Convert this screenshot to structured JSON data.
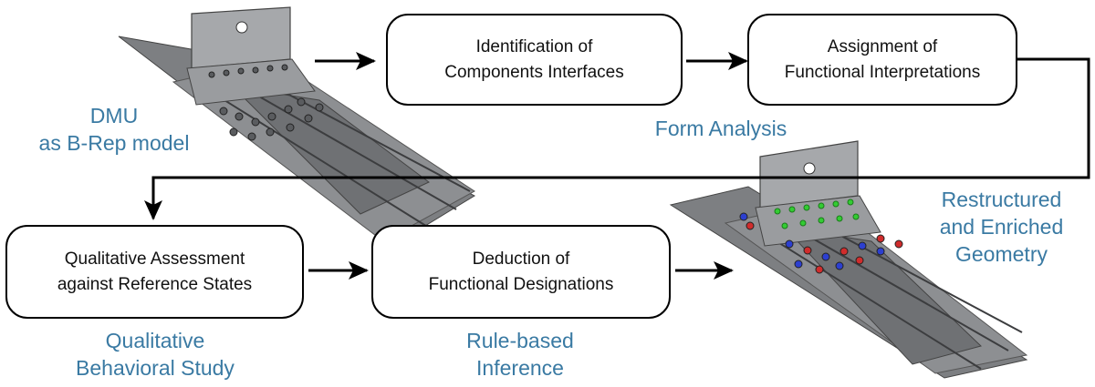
{
  "colors": {
    "caption": "#3a7aa3",
    "box_border": "#000000",
    "arrow": "#000000",
    "model_grey": "#8a8c8f"
  },
  "models": {
    "input": {
      "icon": "aircraft-bracket-model-icon"
    },
    "output": {
      "icon": "enriched-bracket-model-icon"
    }
  },
  "captions": {
    "dmu": {
      "line1": "DMU",
      "line2": "as B-Rep model"
    },
    "form_analysis": "Form Analysis",
    "restructured": {
      "line1": "Restructured",
      "line2": "and Enriched",
      "line3": "Geometry"
    },
    "qualitative_study": {
      "line1": "Qualitative",
      "line2": "Behavioral Study"
    },
    "rule_based": {
      "line1": "Rule-based",
      "line2": "Inference"
    }
  },
  "boxes": {
    "identification": {
      "line1": "Identification of",
      "line2": "Components Interfaces"
    },
    "assignment": {
      "line1": "Assignment of",
      "line2": "Functional Interpretations"
    },
    "qualitative": {
      "line1": "Qualitative Assessment",
      "line2": "against Reference States"
    },
    "deduction": {
      "line1": "Deduction of",
      "line2": "Functional Designations"
    }
  }
}
